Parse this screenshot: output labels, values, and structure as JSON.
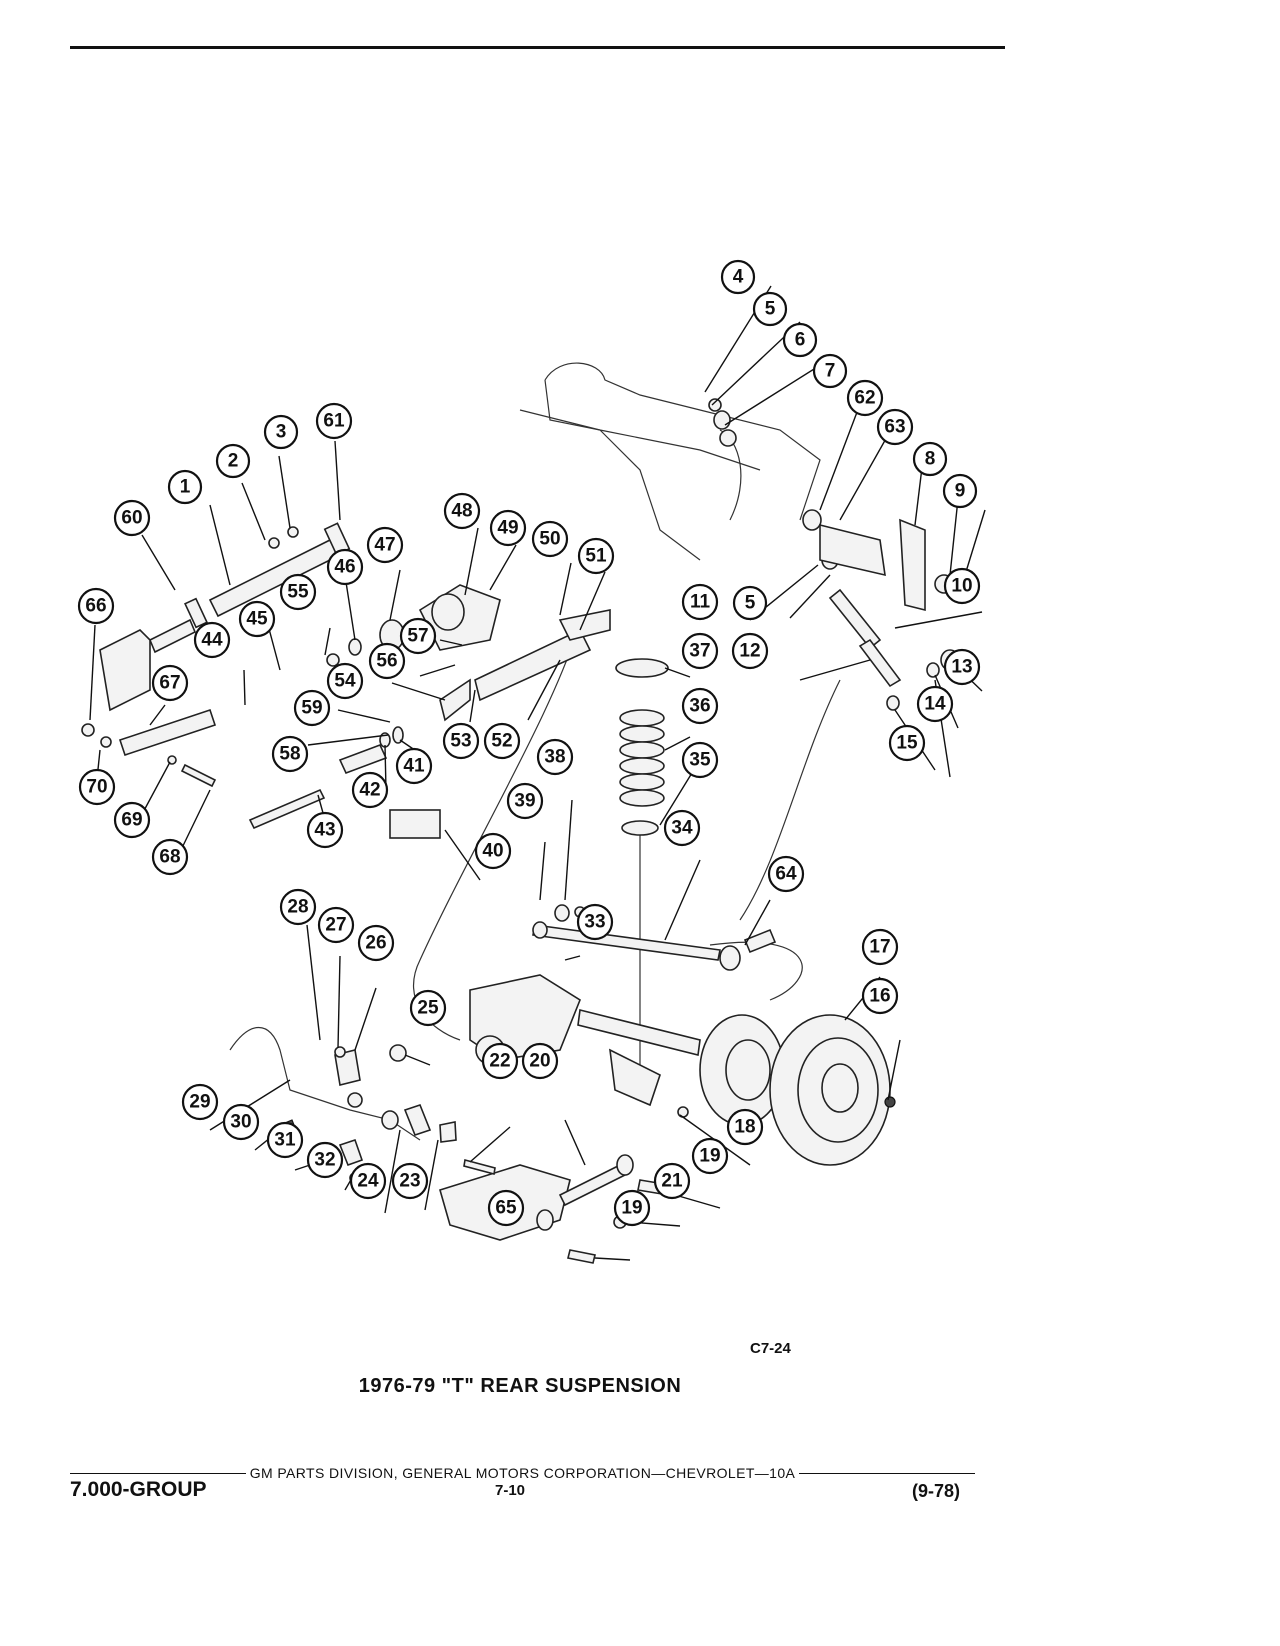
{
  "figure": {
    "code": "C7-24",
    "title": "1976-79 \"T\" REAR SUSPENSION"
  },
  "footer": {
    "division": "GM PARTS DIVISION, GENERAL MOTORS CORPORATION—CHEVROLET—10A",
    "group": "7.000-GROUP",
    "page": "7-10",
    "date": "(9-78)"
  },
  "callouts": [
    "1",
    "2",
    "3",
    "4",
    "5",
    "5",
    "6",
    "7",
    "8",
    "9",
    "10",
    "11",
    "12",
    "13",
    "14",
    "15",
    "16",
    "17",
    "18",
    "19",
    "19",
    "20",
    "21",
    "22",
    "23",
    "24",
    "25",
    "26",
    "27",
    "28",
    "29",
    "30",
    "31",
    "32",
    "33",
    "34",
    "35",
    "36",
    "37",
    "38",
    "39",
    "40",
    "41",
    "42",
    "43",
    "44",
    "45",
    "46",
    "47",
    "48",
    "49",
    "50",
    "51",
    "52",
    "53",
    "54",
    "55",
    "56",
    "57",
    "58",
    "59",
    "60",
    "61",
    "62",
    "63",
    "64",
    "65",
    "66",
    "67",
    "68",
    "69",
    "70"
  ]
}
